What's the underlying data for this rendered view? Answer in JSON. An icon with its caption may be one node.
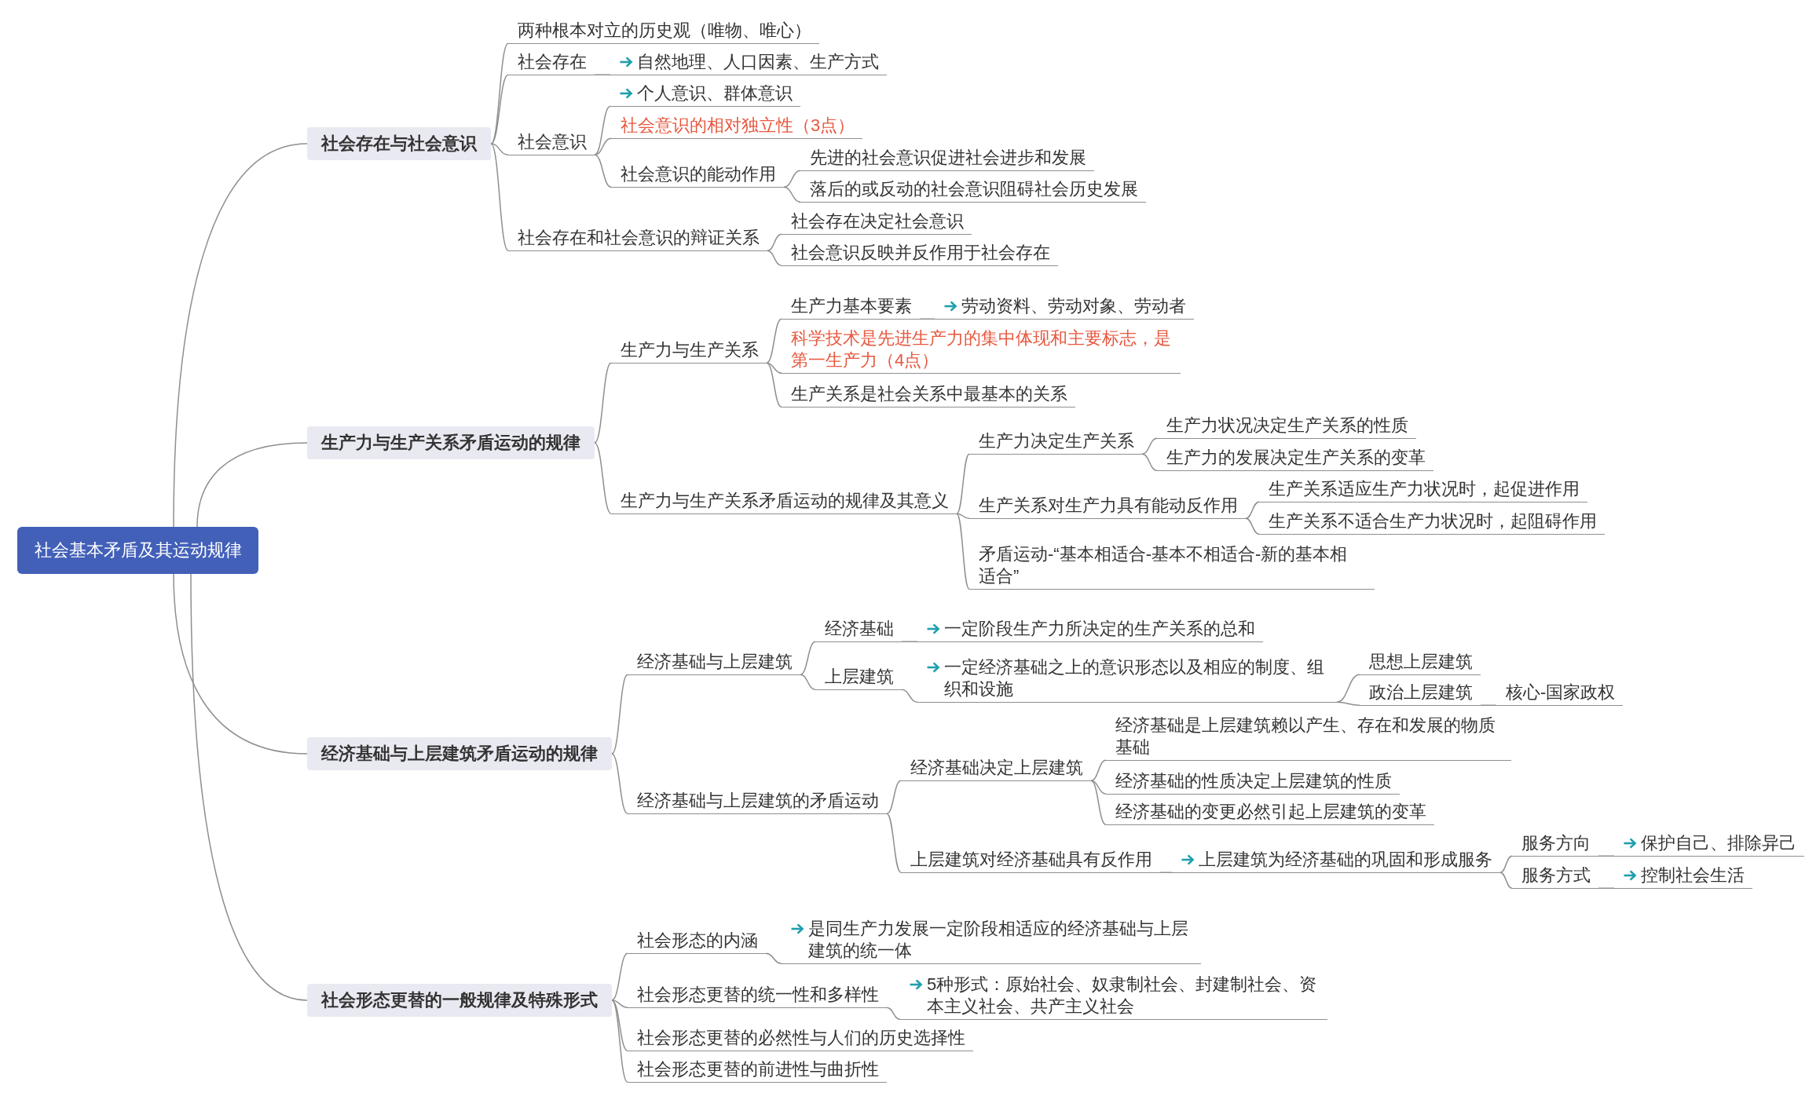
{
  "diagram": {
    "nodes": [
      {
        "text": [
          "社会基本矛盾及其运动规律"
        ]
      },
      {
        "text": [
          "社会存在与社会意识"
        ]
      },
      {
        "text": [
          "生产力与生产关系矛盾运动的规律"
        ]
      },
      {
        "text": [
          "经济基础与上层建筑矛盾运动的规律"
        ]
      },
      {
        "text": [
          "社会形态更替的一般规律及特殊形式"
        ]
      },
      {
        "text": [
          "两种根本对立的历史观（唯物、唯心）"
        ]
      },
      {
        "text": [
          "社会存在"
        ]
      },
      {
        "text": [
          "自然地理、人口因素、生产方式"
        ]
      },
      {
        "text": [
          "社会意识"
        ]
      },
      {
        "text": [
          "个人意识、群体意识"
        ]
      },
      {
        "text": [
          "社会意识的相对独立性（3点）"
        ]
      },
      {
        "text": [
          "社会意识的能动作用"
        ]
      },
      {
        "text": [
          "先进的社会意识促进社会进步和发展"
        ]
      },
      {
        "text": [
          "落后的或反动的社会意识阻碍社会历史发展"
        ]
      },
      {
        "text": [
          "社会存在和社会意识的辩证关系"
        ]
      },
      {
        "text": [
          "社会存在决定社会意识"
        ]
      },
      {
        "text": [
          "社会意识反映并反作用于社会存在"
        ]
      },
      {
        "text": [
          "生产力与生产关系"
        ]
      },
      {
        "text": [
          "生产力基本要素"
        ]
      },
      {
        "text": [
          "劳动资料、劳动对象、劳动者"
        ]
      },
      {
        "text": [
          "科学技术是先进生产力的集中体现和主要标志，是第一生产力（4点）"
        ]
      },
      {
        "text": [
          "生产关系是社会关系中最基本的关系"
        ]
      },
      {
        "text": [
          "生产力与生产关系矛盾运动的规律及其意义"
        ]
      },
      {
        "text": [
          "生产力决定生产关系"
        ]
      },
      {
        "text": [
          "生产力状况决定生产关系的性质"
        ]
      },
      {
        "text": [
          "生产力的发展决定生产关系的变革"
        ]
      },
      {
        "text": [
          "生产关系对生产力具有能动反作用"
        ]
      },
      {
        "text": [
          "生产关系适应生产力状况时，起促进作用"
        ]
      },
      {
        "text": [
          "生产关系不适合生产力状况时，起阻碍作用"
        ]
      },
      {
        "text": [
          "矛盾运动-“基本相适合-基本不相适合-新的基本相适合”"
        ]
      },
      {
        "text": [
          "经济基础与上层建筑"
        ]
      },
      {
        "text": [
          "经济基础"
        ]
      },
      {
        "text": [
          "一定阶段生产力所决定的生产关系的总和"
        ]
      },
      {
        "text": [
          "上层建筑"
        ]
      },
      {
        "text": [
          "一定经济基础之上的意识形态以及相应的制度、组织和设施"
        ]
      },
      {
        "text": [
          "思想上层建筑"
        ]
      },
      {
        "text": [
          "政治上层建筑"
        ]
      },
      {
        "text": [
          "核心-国家政权"
        ]
      },
      {
        "text": [
          "经济基础与上层建筑的矛盾运动"
        ]
      },
      {
        "text": [
          "经济基础决定上层建筑"
        ]
      },
      {
        "text": [
          "经济基础是上层建筑赖以产生、存在和发展的物质基础"
        ]
      },
      {
        "text": [
          "经济基础的性质决定上层建筑的性质"
        ]
      },
      {
        "text": [
          "经济基础的变更必然引起上层建筑的变革"
        ]
      },
      {
        "text": [
          "上层建筑对经济基础具有反作用"
        ]
      },
      {
        "text": [
          "上层建筑为经济基础的巩固和形成服务"
        ]
      },
      {
        "text": [
          "服务方向"
        ]
      },
      {
        "text": [
          "保护自己、排除异己"
        ]
      },
      {
        "text": [
          "服务方式"
        ]
      },
      {
        "text": [
          "控制社会生活"
        ]
      },
      {
        "text": [
          "社会形态的内涵"
        ]
      },
      {
        "text": [
          "是同生产力发展一定阶段相适应的经济基础与上层建筑的统一体"
        ]
      },
      {
        "text": [
          "社会形态更替的统一性和多样性"
        ]
      },
      {
        "text": [
          "5种形式：原始社会、奴隶制社会、封建制社会、资本主义社会、共产主义社会"
        ]
      },
      {
        "text": [
          "社会形态更替的必然性与人们的历史选择性"
        ]
      },
      {
        "text": [
          "社会形态更替的前进性与曲折性"
        ]
      }
    ],
    "edges": [
      {
        "from": 0,
        "to": 1,
        "arrow": "none"
      },
      {
        "from": 0,
        "to": 2,
        "arrow": "none"
      },
      {
        "from": 0,
        "to": 3,
        "arrow": "none"
      },
      {
        "from": 0,
        "to": 4,
        "arrow": "none"
      },
      {
        "from": 1,
        "to": 5,
        "arrow": "none"
      },
      {
        "from": 1,
        "to": 6,
        "arrow": "none"
      },
      {
        "from": 6,
        "to": 7,
        "arrow": "none"
      },
      {
        "from": 1,
        "to": 8,
        "arrow": "none"
      },
      {
        "from": 8,
        "to": 9,
        "arrow": "none"
      },
      {
        "from": 8,
        "to": 10,
        "arrow": "none"
      },
      {
        "from": 8,
        "to": 11,
        "arrow": "none"
      },
      {
        "from": 11,
        "to": 12,
        "arrow": "none"
      },
      {
        "from": 11,
        "to": 13,
        "arrow": "none"
      },
      {
        "from": 1,
        "to": 14,
        "arrow": "none"
      },
      {
        "from": 14,
        "to": 15,
        "arrow": "none"
      },
      {
        "from": 14,
        "to": 16,
        "arrow": "none"
      },
      {
        "from": 2,
        "to": 17,
        "arrow": "none"
      },
      {
        "from": 17,
        "to": 18,
        "arrow": "none"
      },
      {
        "from": 18,
        "to": 19,
        "arrow": "none"
      },
      {
        "from": 17,
        "to": 20,
        "arrow": "none"
      },
      {
        "from": 17,
        "to": 21,
        "arrow": "none"
      },
      {
        "from": 2,
        "to": 22,
        "arrow": "none"
      },
      {
        "from": 22,
        "to": 23,
        "arrow": "none"
      },
      {
        "from": 23,
        "to": 24,
        "arrow": "none"
      },
      {
        "from": 23,
        "to": 25,
        "arrow": "none"
      },
      {
        "from": 22,
        "to": 26,
        "arrow": "none"
      },
      {
        "from": 26,
        "to": 27,
        "arrow": "none"
      },
      {
        "from": 26,
        "to": 28,
        "arrow": "none"
      },
      {
        "from": 22,
        "to": 29,
        "arrow": "none"
      },
      {
        "from": 3,
        "to": 30,
        "arrow": "none"
      },
      {
        "from": 30,
        "to": 31,
        "arrow": "none"
      },
      {
        "from": 31,
        "to": 32,
        "arrow": "none"
      },
      {
        "from": 30,
        "to": 33,
        "arrow": "none"
      },
      {
        "from": 33,
        "to": 34,
        "arrow": "none"
      },
      {
        "from": 34,
        "to": 35,
        "arrow": "none"
      },
      {
        "from": 34,
        "to": 36,
        "arrow": "none"
      },
      {
        "from": 36,
        "to": 37,
        "arrow": "none"
      },
      {
        "from": 3,
        "to": 38,
        "arrow": "none"
      },
      {
        "from": 38,
        "to": 39,
        "arrow": "none"
      },
      {
        "from": 39,
        "to": 40,
        "arrow": "none"
      },
      {
        "from": 39,
        "to": 41,
        "arrow": "none"
      },
      {
        "from": 39,
        "to": 42,
        "arrow": "none"
      },
      {
        "from": 38,
        "to": 43,
        "arrow": "none"
      },
      {
        "from": 43,
        "to": 44,
        "arrow": "none"
      },
      {
        "from": 44,
        "to": 45,
        "arrow": "none"
      },
      {
        "from": 45,
        "to": 46,
        "arrow": "none"
      },
      {
        "from": 44,
        "to": 47,
        "arrow": "none"
      },
      {
        "from": 47,
        "to": 48,
        "arrow": "none"
      },
      {
        "from": 4,
        "to": 49,
        "arrow": "none"
      },
      {
        "from": 49,
        "to": 50,
        "arrow": "none"
      },
      {
        "from": 4,
        "to": 51,
        "arrow": "none"
      },
      {
        "from": 51,
        "to": 52,
        "arrow": "none"
      },
      {
        "from": 4,
        "to": 53,
        "arrow": "none"
      },
      {
        "from": 4,
        "to": 54,
        "arrow": "none"
      }
    ]
  }
}
